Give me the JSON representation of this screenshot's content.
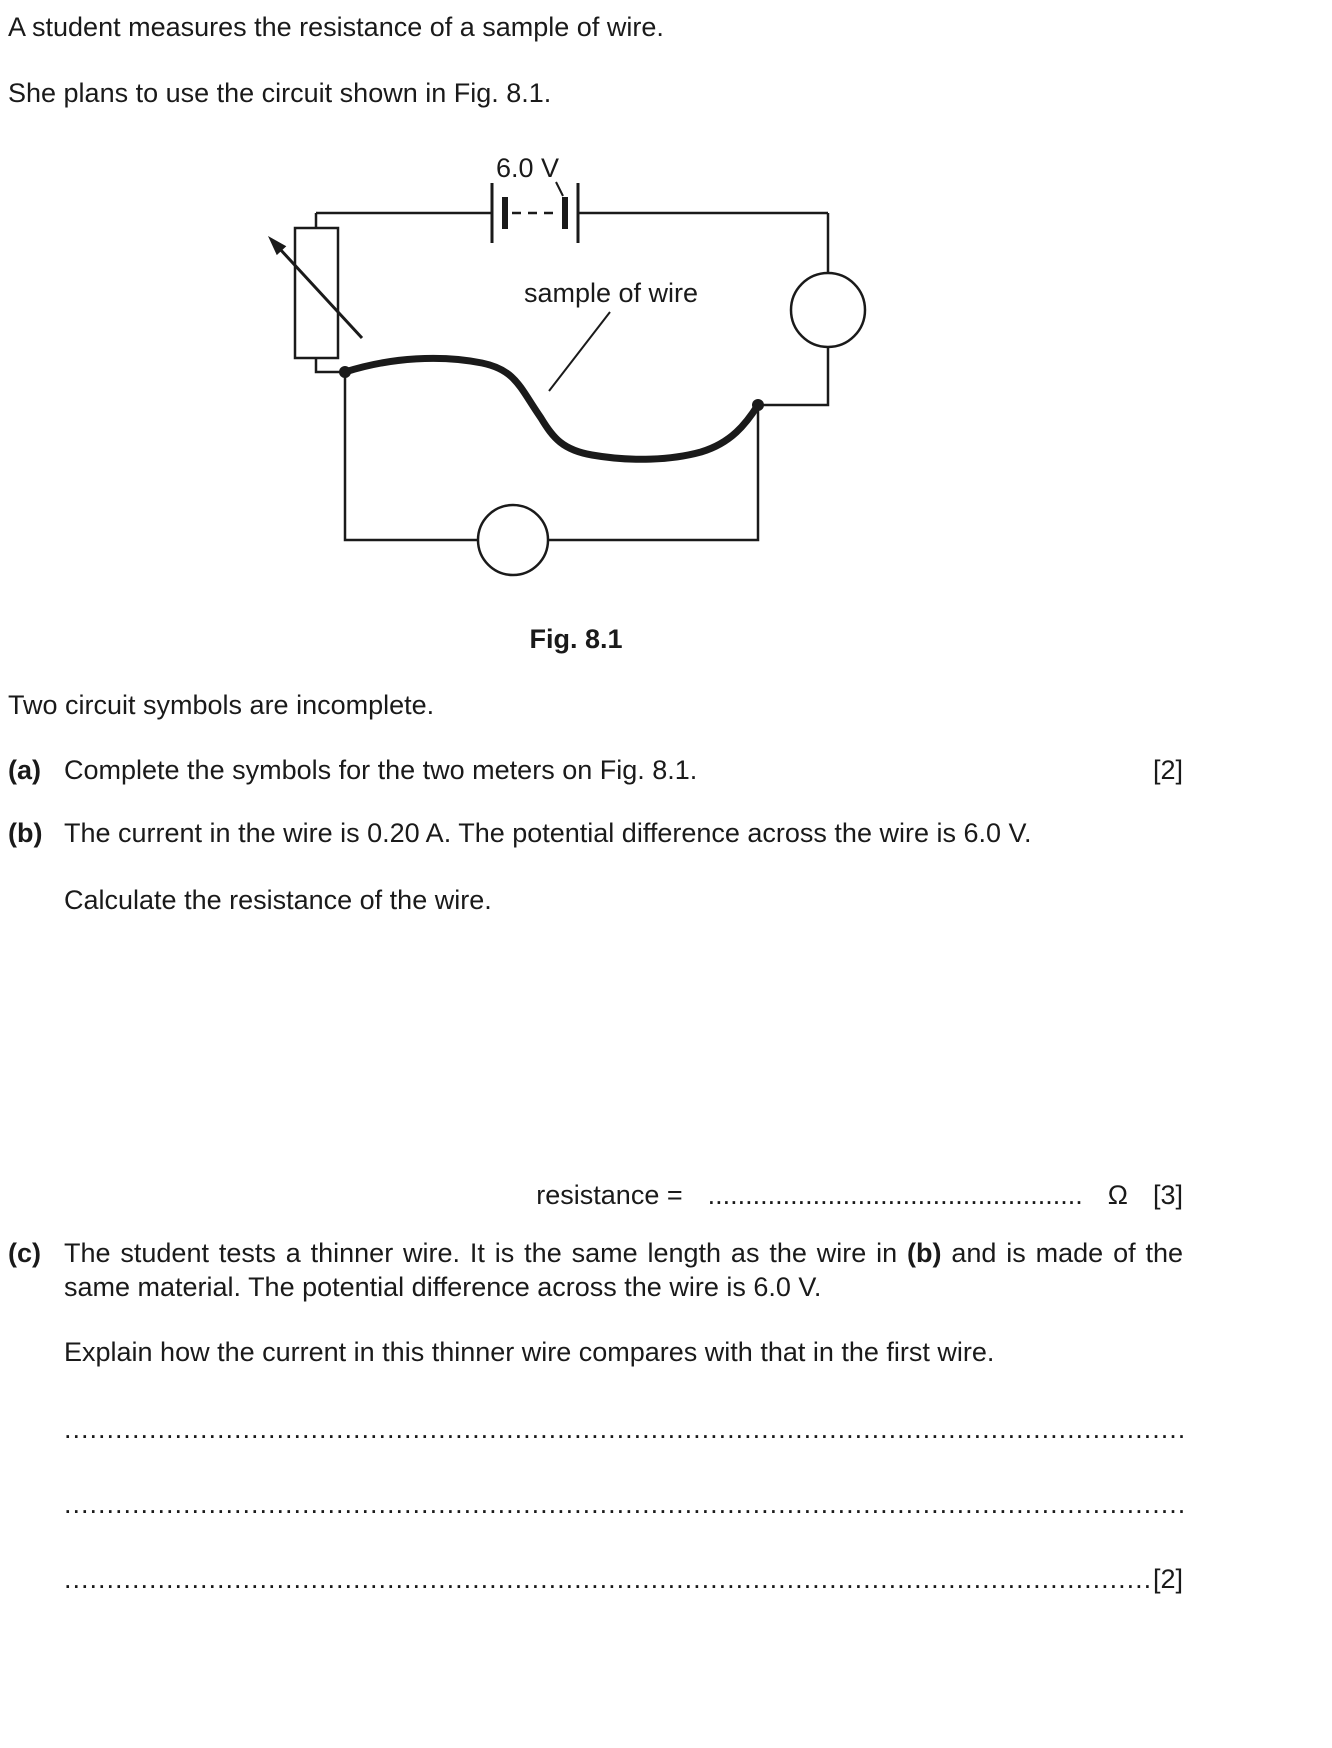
{
  "colors": {
    "ink": "#1a1a1a",
    "paper": "#ffffff"
  },
  "intro": {
    "line1": "A student measures the resistance of a sample of wire.",
    "line2": "She plans to use the circuit shown in Fig. 8.1."
  },
  "figure": {
    "battery_label": "6.0 V",
    "wire_label": "sample of wire",
    "caption": "Fig. 8.1"
  },
  "questions": {
    "note": "Two circuit symbols are incomplete.",
    "part_a": {
      "label": "(a)",
      "text": "Complete the symbols for the two meters on Fig. 8.1.",
      "marks": "[2]"
    },
    "part_b": {
      "label": "(b)",
      "text": "The current in the wire is 0.20 A. The potential difference across the wire is 6.0 V.",
      "instruction": "Calculate the resistance of the wire.",
      "answer_label": "resistance =",
      "answer_dots": "..................................................",
      "answer_unit": "Ω",
      "marks": "[3]"
    },
    "part_c": {
      "label": "(c)",
      "text_before_bold": "The student tests a thinner wire. It is the same length as the wire in ",
      "text_bold": "(b)",
      "text_after_bold": " and is made of the same material. The potential difference across the wire is 6.0 V.",
      "instruction": "Explain how the current in this thinner wire compares with that in the first wire.",
      "answer_line_dots": "................................................................................................................................................................",
      "marks": "[2]"
    }
  }
}
